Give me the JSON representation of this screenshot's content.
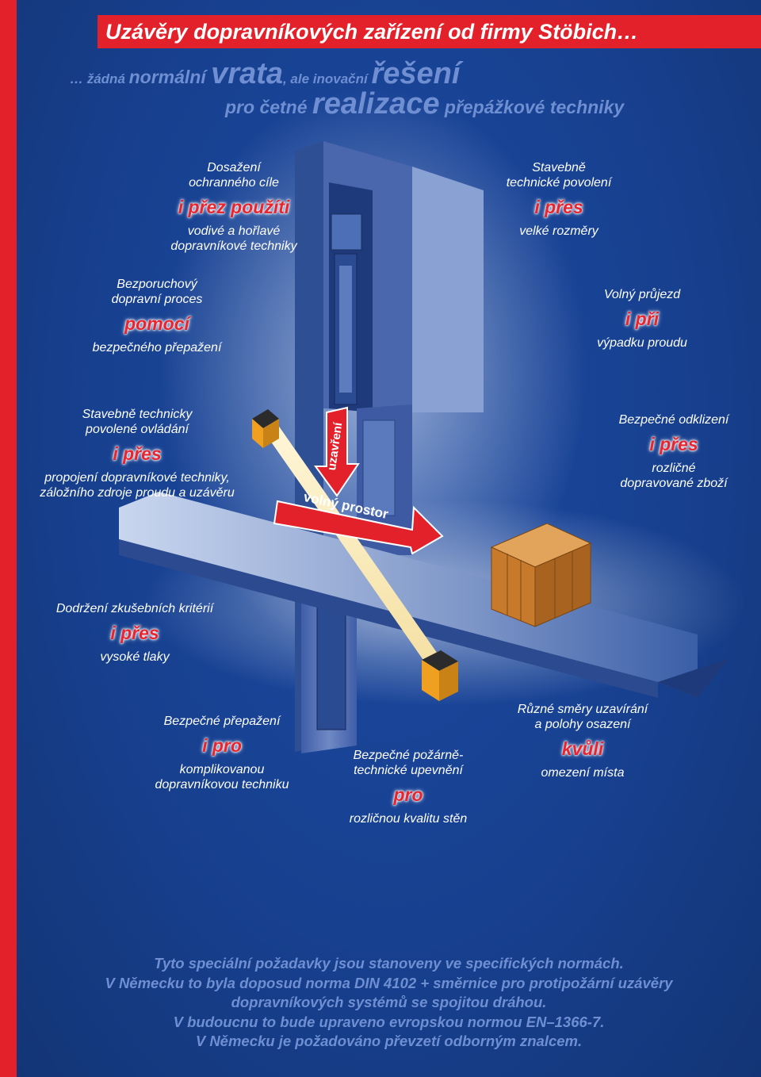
{
  "header": {
    "title": "Uzávěry dopravníkových zařízení od firmy Stöbich…",
    "line1_prefix": "… žádná ",
    "line1_w1": "normální ",
    "line1_w2": "vrata",
    "line1_w3": ", ale inovační ",
    "line1_w4": "řešení",
    "line2_w1": "pro četné ",
    "line2_w2": "realizace",
    "line2_w3": " přepážkové techniky"
  },
  "blocks": {
    "b1": {
      "top": "Dosažení\nochranného cíle",
      "red": "i přez použíti",
      "bottom": "vodivé a hořlavé\ndopravníkové techniky"
    },
    "b2": {
      "top": "Stavebně\ntechnické povolení",
      "red": "i přes",
      "bottom": "velké rozměry"
    },
    "b3": {
      "top": "Bezporuchový\ndopravní proces",
      "red": "pomocí",
      "bottom": "bezpečného přepažení"
    },
    "b4": {
      "top": "Volný průjezd",
      "red": "i při",
      "bottom": "výpadku proudu"
    },
    "b5": {
      "top": "Stavebně technicky\npovolené ovládání",
      "red": "i přes",
      "bottom": "propojení dopravníkové techniky,\nzáložního zdroje proudu a uzávěru"
    },
    "b6": {
      "top": "Bezpečné odklizení",
      "red": "i přes",
      "bottom": "rozličné\ndopravované zboží"
    },
    "b7": {
      "top": "Dodržení zkušebních kritérií",
      "red": "i přes",
      "bottom": "vysoké tlaky"
    },
    "b8": {
      "top": "Bezpečné přepažení",
      "red": "i pro",
      "bottom": "komplikovanou\ndopravníkovou techniku"
    },
    "b9": {
      "top": "Bezpečné požárně-\ntechnické upevnění",
      "red": "pro",
      "bottom": "rozličnou kvalitu stěn"
    },
    "b10": {
      "top": "Různé směry uzavírání\na polohy osazení",
      "red": "kvůli",
      "bottom": "omezení místa"
    }
  },
  "illustration": {
    "arrow_down_label": "uzavření",
    "arrow_right_label": "volný prostor"
  },
  "footer": {
    "lines": [
      "Tyto speciální požadavky jsou stanoveny ve specifických normách.",
      "V  Německu to byla doposud norma DIN 4102 + směrnice pro protipožární uzávěry",
      "dopravníkových systémů se spojitou dráhou.",
      "V  budoucnu to bude upraveno evropskou normou EN–1366-7.",
      "V  Německu je požadováno převzetí odborným znalcem."
    ]
  },
  "colors": {
    "brand_red": "#e3212b",
    "panel_blue": "#17408f",
    "subtitle_blue": "#6f8fd2",
    "crate": "#c97a2e",
    "sensor": "#f0a020"
  }
}
